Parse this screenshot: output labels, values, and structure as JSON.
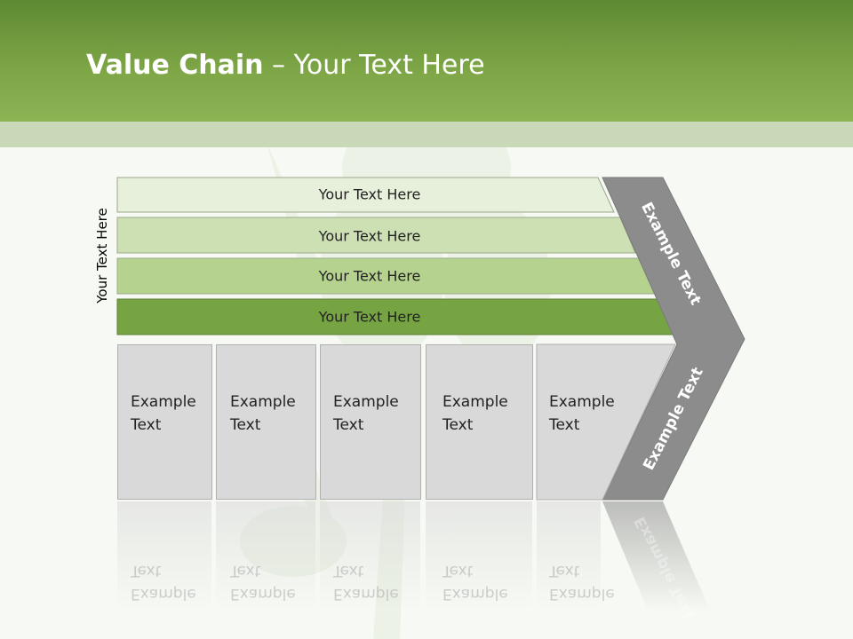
{
  "title": {
    "bold": "Value Chain",
    "rest": " – Your Text Here"
  },
  "side_label": "Your Text Here",
  "bands": [
    {
      "label": "Your Text Here",
      "color": "#e6f0da"
    },
    {
      "label": "Your Text Here",
      "color": "#cde0b4"
    },
    {
      "label": "Your Text Here",
      "color": "#b6d28f"
    },
    {
      "label": "Your Text Here",
      "color": "#77a443"
    }
  ],
  "boxes": [
    {
      "line1": "Example",
      "line2": "Text"
    },
    {
      "line1": "Example",
      "line2": "Text"
    },
    {
      "line1": "Example",
      "line2": "Text"
    },
    {
      "line1": "Example",
      "line2": "Text"
    },
    {
      "line1": "Example",
      "line2": "Text"
    }
  ],
  "chevron": {
    "upper": "Example Text",
    "lower": "Example Text",
    "color": "#8c8c8c"
  },
  "colors": {
    "header": "#7aa346",
    "box": "#d9d9d9"
  }
}
